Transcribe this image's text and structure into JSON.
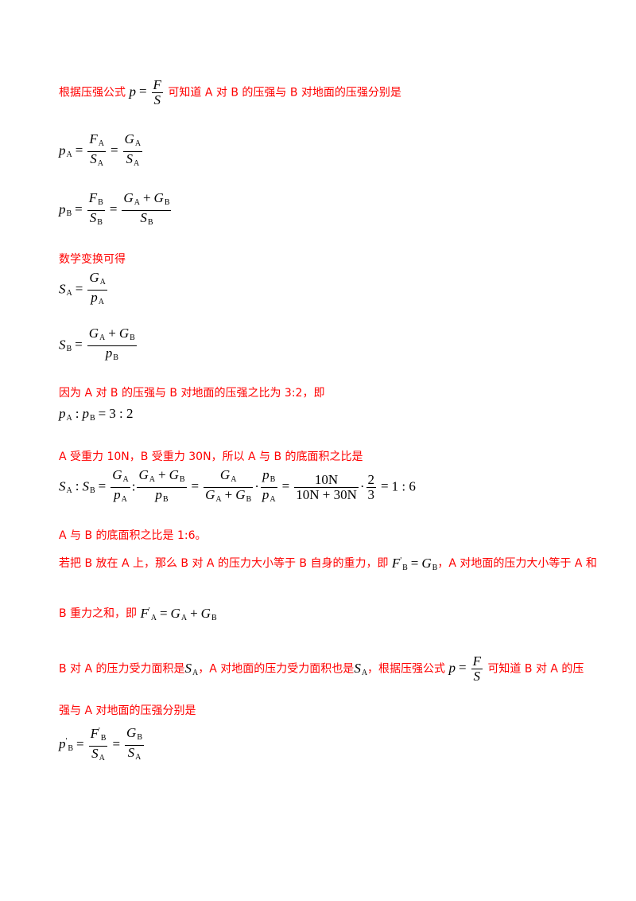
{
  "texts": {
    "t1a": "根据压强公式",
    "t1b": "可知道 A 对 B 的压强与 B 对地面的压强分别是",
    "t2": "数学变换可得",
    "t3": "因为 A 对 B 的压强与 B 对地面的压强之比为 3:2，即",
    "t4": "A 受重力 10N，B 受重力 30N，所以 A 与 B 的底面积之比是",
    "t5": "A 与 B 的底面积之比是 1:6。",
    "t6a": "若把 B 放在 A 上，那么 B 对 A 的压力大小等于 B 自身的重力，即",
    "t6b": "，A 对地面的压力大小等于 A 和",
    "t7a": "B 重力之和，即",
    "t8a": "B 对 A 的压力受力面积是",
    "t8b": "，A 对地面的压力受力面积也是",
    "t8c": "，根据压强公式",
    "t8d": "可知道 B 对 A 的压",
    "t9": "强与 A 对地面的压强分别是"
  },
  "math": {
    "p": "p",
    "F": "F",
    "S": "S",
    "G": "G",
    "subA": "A",
    "subB": "B",
    "eq": "=",
    "plus": "+",
    "colon": ":",
    "dot": "·",
    "prime": "'",
    "ratio_pA_pB": "3 : 2",
    "n10": "10N",
    "n10_30": "10N + 30N",
    "n2": "2",
    "n3": "3",
    "result": "1 : 6"
  }
}
